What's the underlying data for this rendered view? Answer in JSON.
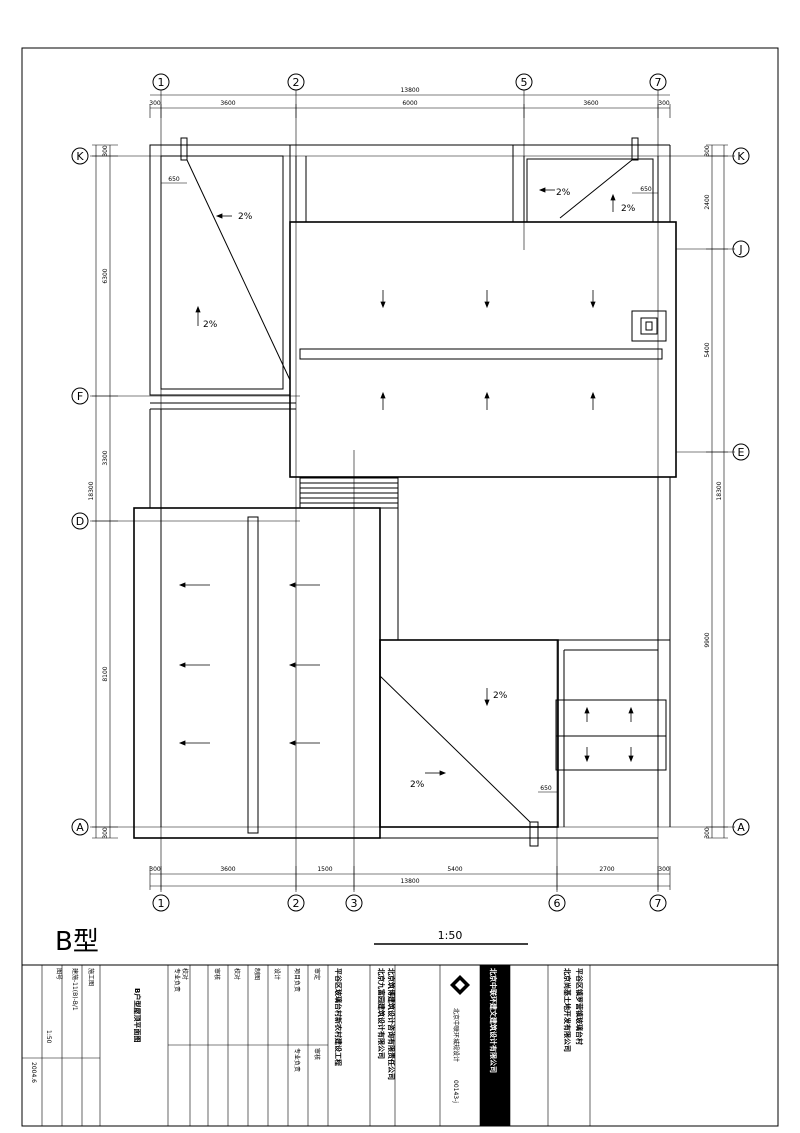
{
  "drawing": {
    "type_label": "B型",
    "scale": "1:50"
  },
  "axes": {
    "columns_top": [
      "1",
      "2",
      "5",
      "7"
    ],
    "columns_bottom": [
      "1",
      "2",
      "3",
      "6",
      "7"
    ],
    "rows_left": [
      "K",
      "F",
      "D",
      "A"
    ],
    "rows_right": [
      "K",
      "J",
      "E",
      "A"
    ]
  },
  "dimensions": {
    "top_segments": [
      "300",
      "3600",
      "6000",
      "3600",
      "300"
    ],
    "top_total": "13800",
    "bottom_segments": [
      "300",
      "3600",
      "1500",
      "5400",
      "2700",
      "300"
    ],
    "bottom_total": "13800",
    "left_segments": [
      "300",
      "6300",
      "3300",
      "8100",
      "300"
    ],
    "left_total": "18300",
    "right_segments": [
      "300",
      "2400",
      "5400",
      "9900",
      "300"
    ],
    "right_total": "18300",
    "offsets": [
      "650",
      "650",
      "650"
    ]
  },
  "slopes": [
    "2%",
    "2%",
    "2%",
    "2%",
    "2%",
    "2%"
  ],
  "title_block": {
    "client": "北京尚基土地开发有限公司",
    "project_village": "平谷区镇罗营镇玻璃台村",
    "designer": "北京中联环建文建筑设计有限公司",
    "design_short": "北京中联环城规设计",
    "cert_no": "00143-j",
    "partner_1": "北京九富园建筑设计有限公司",
    "partner_2": "北京筑博建筑设计咨询有限责任公司",
    "project_name": "平谷区玻璃台村新农村建设工程",
    "roles_1": [
      "审定",
      "审核",
      "项目负责",
      "专业负责"
    ],
    "roles_2": [
      "设计",
      "制图",
      "校对",
      "审核"
    ],
    "roles_3": [
      "专业负责",
      "校对"
    ],
    "drawing_title": "B户型屋顶平面图",
    "stage": "施工图",
    "drawing_no": "建施-11(B)-B/1",
    "sheet": "图号",
    "scale_val": "1:50",
    "date": "2004.6"
  }
}
